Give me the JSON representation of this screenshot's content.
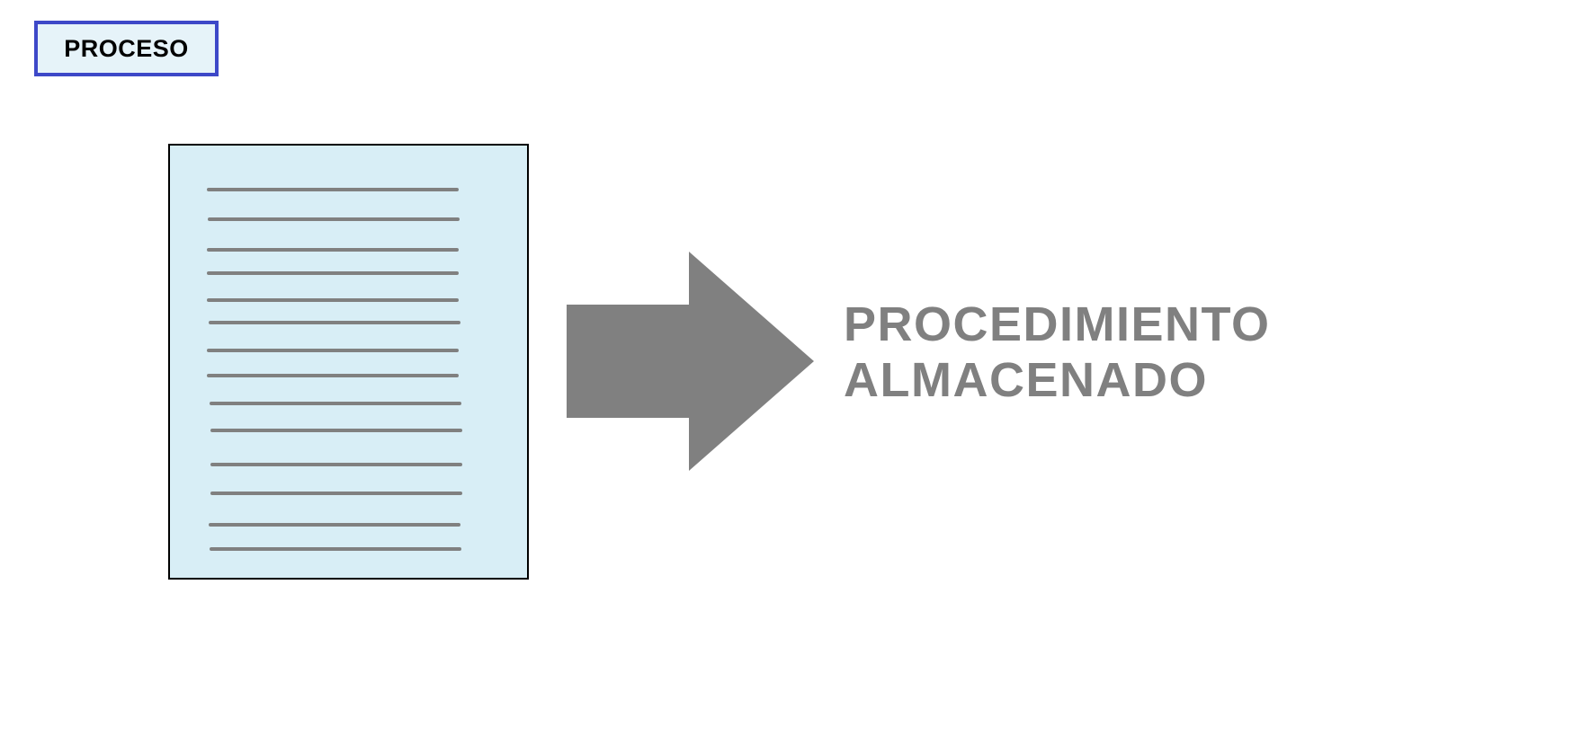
{
  "title": {
    "text": "PROCESO"
  },
  "result": {
    "line1": "PROCEDIMIENTO",
    "line2": "ALMACENADO"
  },
  "colors": {
    "title_border": "#3d48c8",
    "title_fill": "#e6f3f9",
    "document_fill": "#d8eef6",
    "document_border": "#000000",
    "line_color": "#808080",
    "arrow_color": "#808080",
    "label_color": "#808080"
  },
  "icons": {
    "document": "document-icon",
    "arrow": "arrow-right-icon"
  }
}
